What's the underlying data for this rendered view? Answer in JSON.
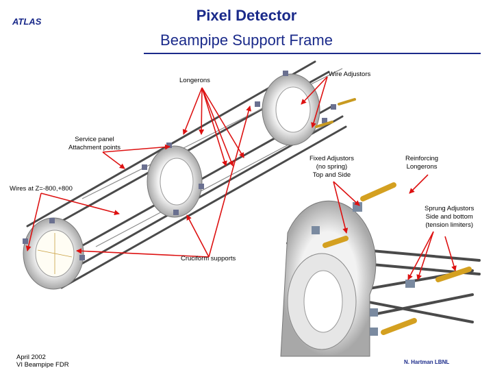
{
  "header": {
    "org": "ATLAS",
    "title": "Pixel Detector",
    "subtitle": "Beampipe Support Frame"
  },
  "labels": {
    "longerons": "Longerons",
    "wire_adjustors": "Wire Adjustors",
    "service_panel": "Service panel\nAttachment points",
    "fixed_adjustors": "Fixed Adjustors\n(no spring)\nTop and Side",
    "reinforcing": "Reinforcing\nLongerons",
    "wires": "Wires at Z=-800,+800",
    "sprung_adjustors": "Sprung Adjustors\nSide and bottom\n(tension limiters)",
    "cruciform": "Cruciform supports"
  },
  "footer": {
    "left": "April 2002\nVI Beampipe FDR",
    "right": "N. Hartman LBNL"
  },
  "colors": {
    "arrow": "#dd1111",
    "title": "#1a2a8a",
    "ring": "#c8c8c8",
    "rod": "#555555",
    "adjustor": "#d4a020"
  }
}
